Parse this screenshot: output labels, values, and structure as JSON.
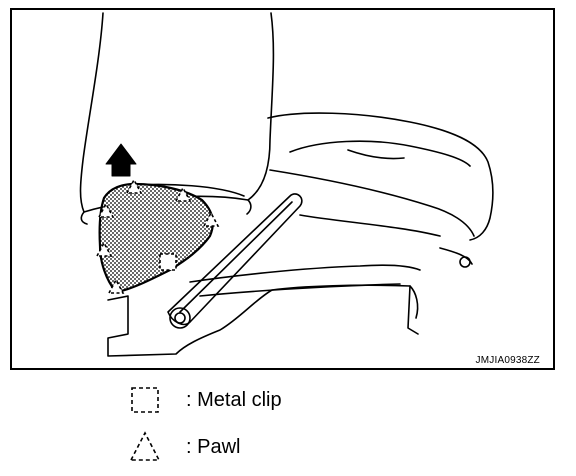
{
  "figure": {
    "code": "JMJIA0938ZZ",
    "legend": [
      {
        "icon": "dashed-square-icon",
        "label": ": Metal clip"
      },
      {
        "icon": "dashed-triangle-icon",
        "label": ": Pawl"
      }
    ]
  }
}
